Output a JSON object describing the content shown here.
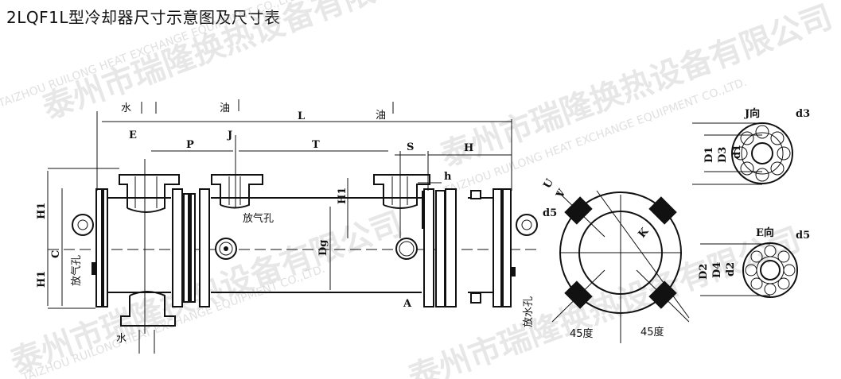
{
  "title": "2LQF1L型冷却器尺寸示意图及尺寸表",
  "watermark": {
    "cn": "泰州市瑞隆换热设备有限公司",
    "en": "TAIZHOU RUILONG HEAT EXCHANGE EQUIPMENT CO.,LTD."
  },
  "labels": {
    "water_top": "水",
    "water_bottom": "水",
    "oil_in": "油",
    "oil_out": "油",
    "L": "L",
    "E": "E",
    "J": "J",
    "P": "P",
    "T": "T",
    "S": "S",
    "H": "H",
    "h": "h",
    "H1_left_top": "H1",
    "H1_left_bottom": "H1",
    "H1_mid": "H1",
    "C": "C",
    "Dg": "Dg",
    "A": "A",
    "vent_left": "放气孔",
    "vent_mid": "放气孔",
    "drain": "放水孔",
    "U": "U",
    "V": "V",
    "K": "K",
    "d5_side": "d5",
    "angle_left": "45度",
    "angle_right": "45度",
    "j_view": "J向",
    "d3": "d3",
    "D1": "D1",
    "D3": "D3",
    "d1": "d1",
    "e_view": "E向",
    "d5_e": "d5",
    "D2": "D2",
    "D4": "D4",
    "d2": "d2"
  }
}
